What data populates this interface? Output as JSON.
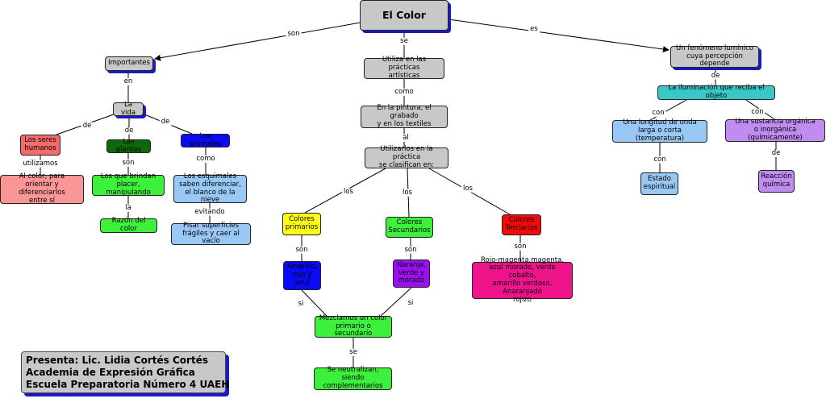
{
  "colors": {
    "gray": "#c8c8c8",
    "salmon": "#f36b6b",
    "pink": "#fa9696",
    "darkgreen": "#0b6b0b",
    "green": "#3cf03c",
    "blue": "#0a0af5",
    "lightblue": "#99c8f5",
    "teal": "#38c8c8",
    "violet": "#c08cf0",
    "yellow": "#ffff14",
    "red": "#f50a0a",
    "purple": "#9b10f0",
    "magenta": "#f0148c",
    "shadow": "#1a1ac8"
  },
  "nodes": {
    "el_color": "El Color",
    "importantes": "Importantes",
    "la_vida": "La vida",
    "seres_humanos": "Los seres\nhumanos",
    "plantas": "Las plantas",
    "animales": "Los animales",
    "orientar": "Al color, para\norientar y diferenciarlos\nentre sí",
    "brindan_placer": "Los que brindan\nplacer, manipulando",
    "razon_color": "Razón del color",
    "esquimales": "Los esquimales\nsaben diferenciar,\nel blanco de la nieve",
    "pisar": "Pisar superficies\nfrágiles y caer al vacío",
    "practicas": "Utiliza en las prácticas\nartísticas",
    "pintura": "En la pintura, el grabado\ny en los textiles",
    "utilizarlos": "Utilizarlos en la práctica\nse clasifican en:",
    "primarios": "Colores\nprimarios",
    "secundarios": "Colores\nSecundarios",
    "terciarios": "Colores\nTerciarios",
    "amarillo": "Amarillo,\nrojo y\nazul",
    "naranja": "Naranja,\nverde y\nmorado",
    "rojo_magenta": "Rojo-magenta,magenta,\nazul morado, verde cobalto,\namarillo verdoso, Anaranjado\nrojizo",
    "mezclamos": "Mezclamos un color\nprimario o secundario",
    "neutralizan": "Se neutralizan, siendo\ncomplementarios",
    "fenomeno": "Un fenómeno lumínico\ncuya percepción depende",
    "iluminacion": "La iluminación que reciba el objeto",
    "longitud": "Una longitud de onda\nlarga o corta (temperatura)",
    "sustancia": "Una sustancia orgánica\no inorgánica (químicamente)",
    "estado": "Estado\nespiritual",
    "reaccion": "Reacción\nquímica"
  },
  "links": {
    "son_importantes": "son",
    "se": "se",
    "es": "es",
    "en": "en",
    "de_humanos": "de",
    "de_plantas": "de",
    "de_animales": "de",
    "utilizamos": "utilizamos",
    "son_plantas": "son",
    "como_animales": "como",
    "la": "la",
    "evitando": "evitando",
    "como_practicas": "como",
    "al": "al",
    "los_primarios": "los",
    "los_secundarios": "los",
    "los_terciarios": "los",
    "son_primarios": "son",
    "son_secundarios": "son",
    "son_terciarios": "son",
    "si_left": "si",
    "si_right": "si",
    "se_mezcla": "se",
    "de_fenomeno": "de",
    "con_left": "con",
    "con_right": "con",
    "con_longitud": "con",
    "de_sustancia": "de"
  },
  "credits": {
    "line1": "Presenta: Lic. Lidia Cortés Cortés",
    "line2": "Academia de Expresión Gráfica",
    "line3": "Escuela Preparatoria Número 4 UAEH"
  }
}
